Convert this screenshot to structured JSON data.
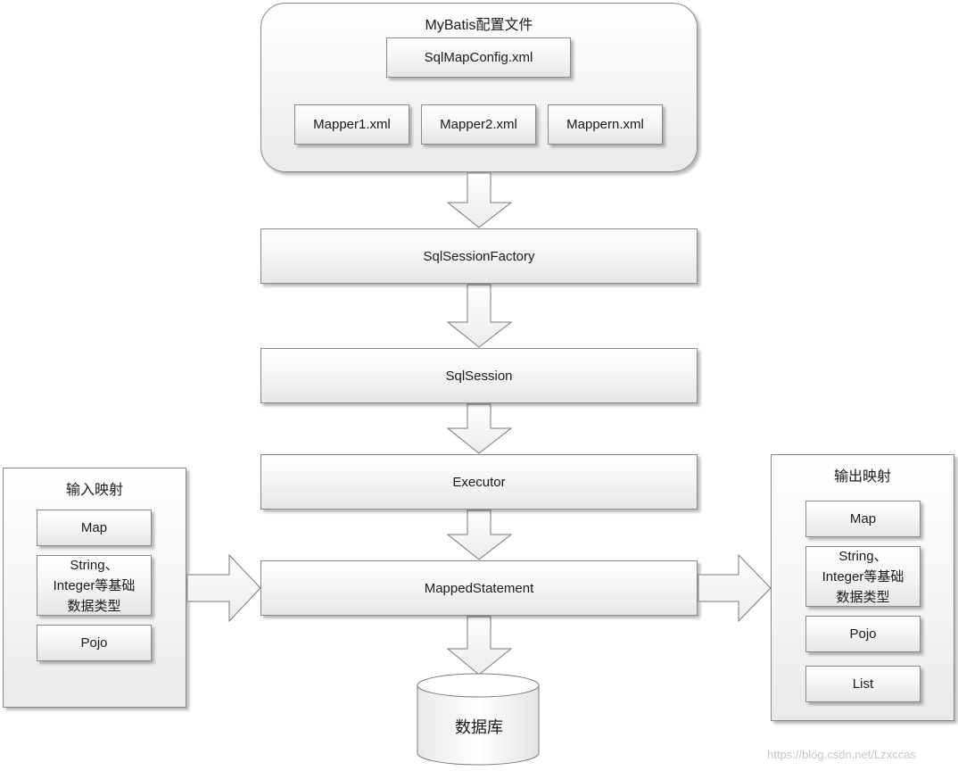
{
  "config": {
    "title": "MyBatis配置文件",
    "sqlmapconfig": "SqlMapConfig.xml",
    "mappers": [
      "Mapper1.xml",
      "Mapper2.xml",
      "Mappern.xml"
    ]
  },
  "flow": {
    "factory": "SqlSessionFactory",
    "session": "SqlSession",
    "executor": "Executor",
    "statement": "MappedStatement",
    "database": "数据库"
  },
  "input": {
    "title": "输入映射",
    "items": [
      "Map",
      "String、\nInteger等基础\n数据类型",
      "Pojo"
    ]
  },
  "output": {
    "title": "输出映射",
    "items": [
      "Map",
      "String、\nInteger等基础\n数据类型",
      "Pojo",
      "List"
    ]
  },
  "watermark": "https://blog.csdn.net/Lzxccas",
  "colors": {
    "border": "#8a8a8a",
    "fill_top": "#ffffff",
    "fill_bottom": "#e6e6e6"
  }
}
